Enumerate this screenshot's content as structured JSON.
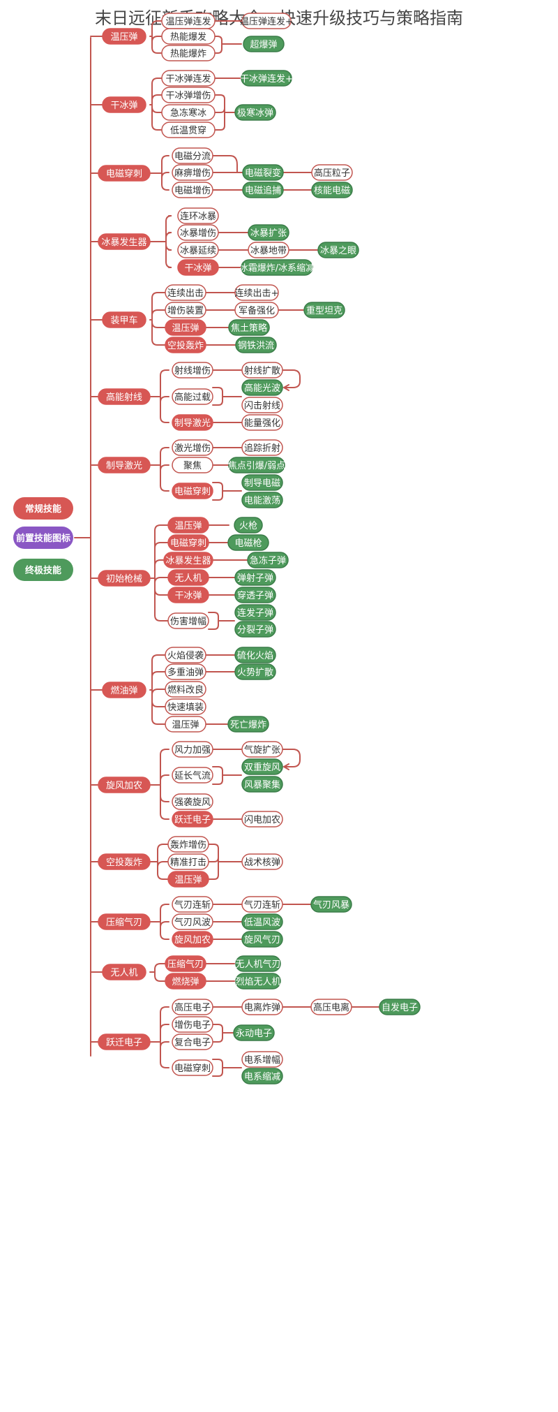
{
  "title": "末日远征新手攻略大全：快速升级技巧与策略指南",
  "colors": {
    "line": "#c1554f",
    "red_fill": "#d75754",
    "green_fill": "#4e9a5c",
    "green_border": "#3a7c48",
    "purple_fill": "#8a57c4",
    "white_border": "#c1554f",
    "text_dark": "#333333",
    "text_light": "#ffffff"
  },
  "legend": [
    {
      "label": "常规技能",
      "type": "red"
    },
    {
      "label": "前置技能图标",
      "type": "purple"
    },
    {
      "label": "终极技能",
      "type": "green"
    }
  ],
  "groups": [
    {
      "label": "温压弹",
      "children": [
        {
          "label": "温压弹连发",
          "targets": [
            "温压弹连发+"
          ]
        },
        {
          "label": "热能爆发"
        },
        {
          "label": "热能爆炸"
        }
      ],
      "merges": [
        {
          "from": [
            "热能爆发",
            "热能爆炸"
          ],
          "to": {
            "label": "超爆弹",
            "type": "green"
          }
        }
      ]
    },
    {
      "label": "干冰弹",
      "children": [
        {
          "label": "干冰弹连发",
          "targets": [
            {
              "label": "干冰弹连发+",
              "type": "green"
            }
          ]
        },
        {
          "label": "干冰弹增伤"
        },
        {
          "label": "急冻寒冰"
        },
        {
          "label": "低温贯穿"
        }
      ],
      "merges": [
        {
          "from": [
            "干冰弹增伤",
            "急冻寒冰",
            "低温贯穿"
          ],
          "to": {
            "label": "极寒冰弹",
            "type": "green"
          }
        }
      ]
    },
    {
      "label": "电磁穿刺",
      "children": [
        {
          "label": "电磁分流"
        },
        {
          "label": "麻痹增伤"
        },
        {
          "label": "电磁增伤"
        }
      ],
      "extra": [
        {
          "label": "电磁裂变",
          "type": "green"
        },
        {
          "label": "高压粒子",
          "type": "white"
        },
        {
          "label": "电磁追捕",
          "type": "green"
        },
        {
          "label": "核能电磁",
          "type": "green"
        }
      ]
    },
    {
      "label": "冰暴发生器",
      "children": [
        {
          "label": "连环冰暴"
        },
        {
          "label": "冰暴增伤"
        },
        {
          "label": "冰暴延续"
        },
        {
          "label": "干冰弹",
          "type": "red"
        }
      ],
      "extra": [
        {
          "label": "冰暴扩张",
          "type": "green"
        },
        {
          "label": "冰暴地带",
          "type": "white"
        },
        {
          "label": "冰暴之眼",
          "type": "green"
        },
        {
          "label": "冰霜爆炸/冰系缩减",
          "type": "green"
        }
      ]
    },
    {
      "label": "装甲车",
      "children": [
        {
          "label": "连续出击"
        },
        {
          "label": "增伤装置"
        },
        {
          "label": "温压弹",
          "type": "red"
        },
        {
          "label": "空投轰炸",
          "type": "red"
        }
      ],
      "extra": [
        {
          "label": "连续出击+",
          "type": "white"
        },
        {
          "label": "军备强化",
          "type": "white"
        },
        {
          "label": "重型坦克",
          "type": "green"
        },
        {
          "label": "焦土策略",
          "type": "green"
        },
        {
          "label": "钢铁洪流",
          "type": "green"
        }
      ]
    },
    {
      "label": "高能射线",
      "children": [
        {
          "label": "射线增伤"
        },
        {
          "label": "高能过载"
        },
        {
          "label": "制导激光",
          "type": "red"
        }
      ],
      "extra": [
        {
          "label": "射线扩散",
          "type": "white"
        },
        {
          "label": "高能光波",
          "type": "green"
        },
        {
          "label": "闪击射线",
          "type": "white"
        },
        {
          "label": "能量强化",
          "type": "white"
        }
      ]
    },
    {
      "label": "制导激光",
      "children": [
        {
          "label": "激光增伤"
        },
        {
          "label": "聚焦"
        },
        {
          "label": "电磁穿刺",
          "type": "red"
        }
      ],
      "extra": [
        {
          "label": "追踪折射",
          "type": "white"
        },
        {
          "label": "焦点引爆/弱点",
          "type": "green"
        },
        {
          "label": "制导电磁",
          "type": "green"
        },
        {
          "label": "电能激荡",
          "type": "green"
        }
      ]
    },
    {
      "label": "初始枪械",
      "children": [
        {
          "label": "温压弹",
          "type": "red"
        },
        {
          "label": "电磁穿刺",
          "type": "red"
        },
        {
          "label": "冰暴发生器",
          "type": "red"
        },
        {
          "label": "无人机",
          "type": "red"
        },
        {
          "label": "干冰弹",
          "type": "red"
        },
        {
          "label": "伤害增幅"
        }
      ],
      "extra": [
        {
          "label": "火枪",
          "type": "green"
        },
        {
          "label": "电磁枪",
          "type": "green"
        },
        {
          "label": "急冻子弹",
          "type": "green"
        },
        {
          "label": "弹射子弹",
          "type": "green"
        },
        {
          "label": "穿透子弹",
          "type": "green"
        },
        {
          "label": "连发子弹",
          "type": "green"
        },
        {
          "label": "分裂子弹",
          "type": "green"
        }
      ]
    },
    {
      "label": "燃油弹",
      "children": [
        {
          "label": "火焰侵袭"
        },
        {
          "label": "多重油弹"
        },
        {
          "label": "燃料改良"
        },
        {
          "label": "快速填装"
        },
        {
          "label": "温压弹"
        }
      ],
      "extra": [
        {
          "label": "硫化火焰",
          "type": "green"
        },
        {
          "label": "火势扩散",
          "type": "green"
        },
        {
          "label": "死亡爆炸",
          "type": "green"
        }
      ]
    },
    {
      "label": "旋风加农",
      "children": [
        {
          "label": "风力加强"
        },
        {
          "label": "延长气流"
        },
        {
          "label": "强袭旋风"
        },
        {
          "label": "跃迁电子",
          "type": "red"
        }
      ],
      "extra": [
        {
          "label": "气旋扩张",
          "type": "white"
        },
        {
          "label": "双重旋风",
          "type": "green"
        },
        {
          "label": "风暴聚集",
          "type": "green"
        },
        {
          "label": "闪电加农",
          "type": "white"
        }
      ]
    },
    {
      "label": "空投轰炸",
      "children": [
        {
          "label": "轰炸增伤"
        },
        {
          "label": "精准打击"
        },
        {
          "label": "温压弹",
          "type": "red"
        }
      ],
      "extra": [
        {
          "label": "战术核弹",
          "type": "white"
        }
      ]
    },
    {
      "label": "压缩气刃",
      "children": [
        {
          "label": "气刃连斩"
        },
        {
          "label": "气刃风波"
        },
        {
          "label": "旋风加农",
          "type": "red"
        }
      ],
      "extra": [
        {
          "label": "气刃连斩",
          "type": "white"
        },
        {
          "label": "气刃风暴",
          "type": "green"
        },
        {
          "label": "低温风波",
          "type": "green"
        },
        {
          "label": "旋风气刃",
          "type": "green"
        }
      ]
    },
    {
      "label": "无人机",
      "children": [
        {
          "label": "压缩气刃",
          "type": "red"
        },
        {
          "label": "燃烧弹",
          "type": "red"
        }
      ],
      "extra": [
        {
          "label": "无人机气刃",
          "type": "green"
        },
        {
          "label": "烈焰无人机",
          "type": "green"
        }
      ]
    },
    {
      "label": "跃迁电子",
      "children": [
        {
          "label": "高压电子"
        },
        {
          "label": "增伤电子"
        },
        {
          "label": "复合电子"
        },
        {
          "label": "电磁穿刺"
        }
      ],
      "extra": [
        {
          "label": "电离炸弹",
          "type": "white"
        },
        {
          "label": "高压电离",
          "type": "white"
        },
        {
          "label": "自发电子",
          "type": "green"
        },
        {
          "label": "永动电子",
          "type": "green"
        },
        {
          "label": "电系增幅",
          "type": "white"
        },
        {
          "label": "电系缩减",
          "type": "green"
        }
      ]
    }
  ]
}
